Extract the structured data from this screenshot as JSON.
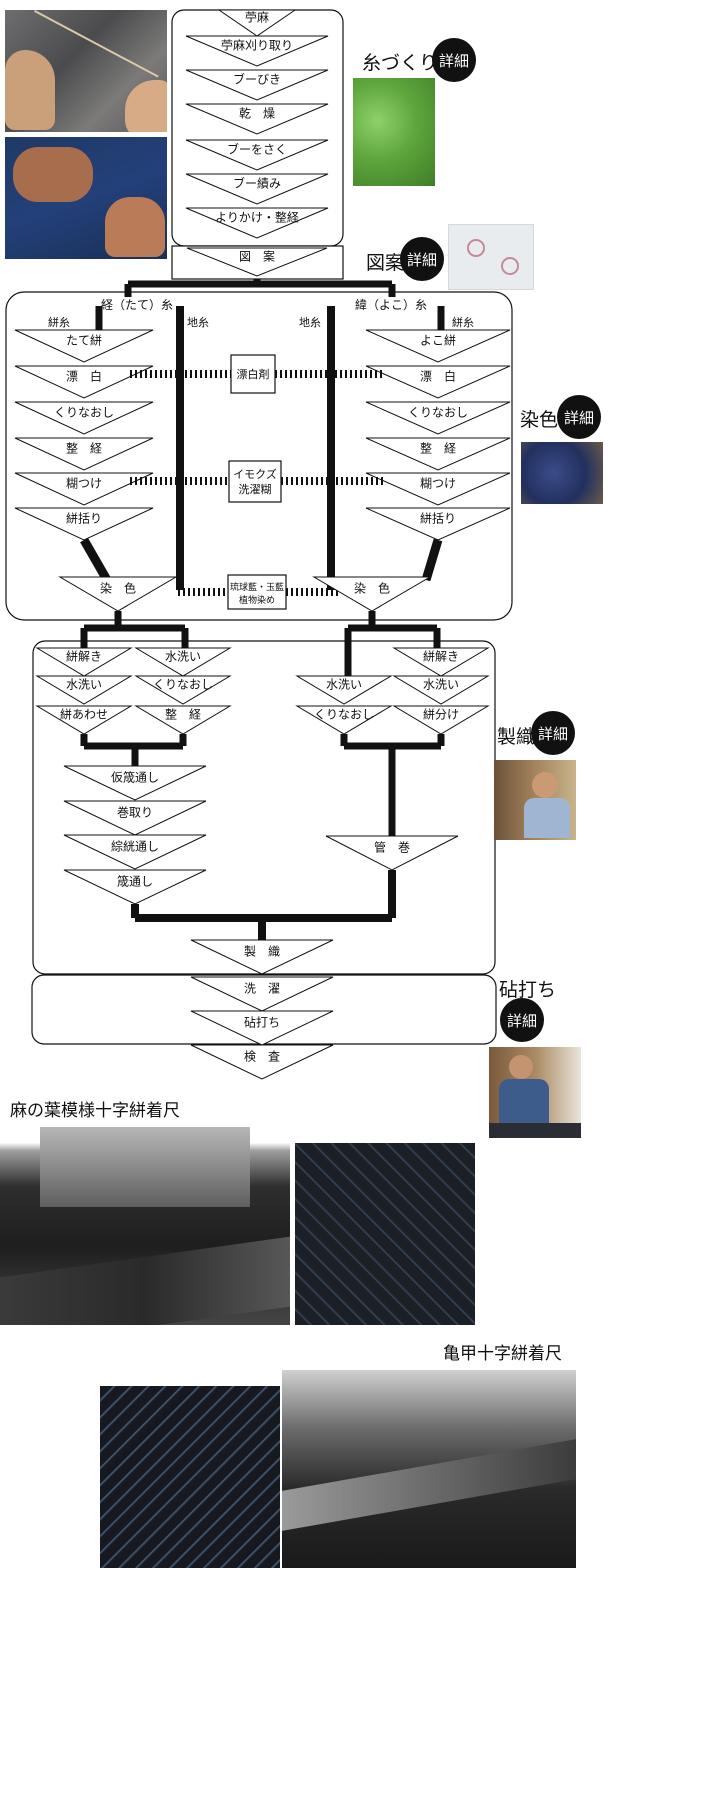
{
  "top_steps": [
    "苧麻",
    "苧麻刈り取り",
    "ブーびき",
    "乾　燥",
    "ブーをさく",
    "ブー績み",
    "よりかけ・整経"
  ],
  "zuan": "図　案",
  "warp_header": "経（たて）糸",
  "weft_header": "緯（よこ）糸",
  "kasuri_thread": "絣糸",
  "ground_thread": "地糸",
  "warp_steps": [
    "たて絣",
    "漂　白",
    "くりなおし",
    "整　経",
    "糊つけ",
    "絣括り"
  ],
  "weft_steps": [
    "よこ絣",
    "漂　白",
    "くりなおし",
    "整　経",
    "糊つけ",
    "絣括り"
  ],
  "center_labels": {
    "bleach": "漂白剤",
    "size1": "イモクズ",
    "size2": "洗濯糊",
    "dye1": "琉球藍・玉藍",
    "dye2": "植物染め"
  },
  "dye": "染　色",
  "warp_lower_left": [
    "絣解き",
    "水洗い",
    "絣あわせ"
  ],
  "warp_lower_right": [
    "水洗い",
    "くりなおし",
    "整　経"
  ],
  "weft_lower_left": [
    "水洗い",
    "くりなおし"
  ],
  "weft_lower_right": [
    "絣解き",
    "水洗い",
    "絣分け"
  ],
  "warp_final": [
    "仮筬通し",
    "巻取り",
    "綜絖通し",
    "筬通し"
  ],
  "kandan": "管　巻",
  "weave": "製　織",
  "finish": [
    "洗　濯",
    "砧打ち",
    "検　査"
  ],
  "side_labels": {
    "itozukuri": "糸づくり",
    "zuan": "図案",
    "senshoku": "染色",
    "seishoku": "製織",
    "kinuta": "砧打ち"
  },
  "detail_button": "詳細",
  "product1_title": "麻の葉模様十字絣着尺",
  "product2_title": "亀甲十字絣着尺"
}
